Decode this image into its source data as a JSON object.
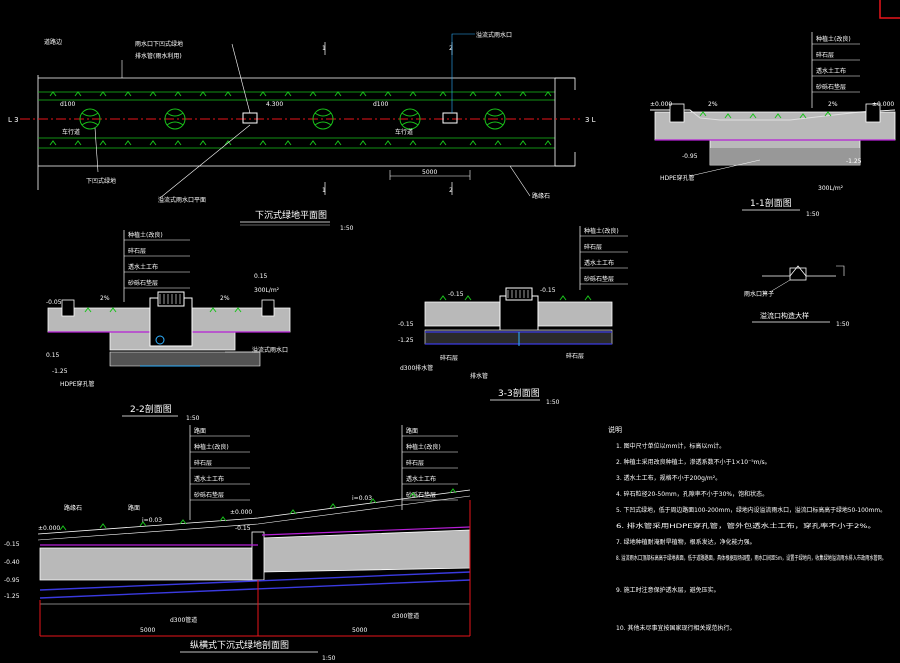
{
  "plan_view": {
    "title": "下沉式绿地平面图",
    "scale": "1:50",
    "labels": {
      "road_edge": "道路边",
      "callout_top": "雨水口下凹式绿地",
      "callout_top2": "排水管(雨水利用)",
      "callout_right": "溢流式雨水口",
      "callout_bottom_left": "下凹式绿地",
      "callout_bottom_mid": "溢流式雨水口平面",
      "callout_bottom_right": "路缘石",
      "section_1": "1",
      "section_2": "2",
      "lane_label_1": "车行道",
      "lane_label_2": "车行道"
    },
    "dims": {
      "d1": "d100",
      "d2": "4.300",
      "d3": "d100",
      "d4": "5000"
    }
  },
  "section_1_1": {
    "title": "1-1剖面图",
    "scale": "1:50",
    "layers": [
      "种植土(改良)",
      "碎石层",
      "透水土工布",
      "砂砾石垫层"
    ],
    "slope_left": "2%",
    "slope_right": "2%",
    "elev_left": "±0.000",
    "elev_right": "±0.000",
    "elev_low": "-0.95",
    "elev_bottom": "-1.25",
    "note_pipe": "HDPE穿孔管",
    "note_rate": "300L/m²"
  },
  "section_2_2": {
    "title": "2-2剖面图",
    "scale": "1:50",
    "layers": [
      "种植土(改良)",
      "碎石层",
      "透水土工布",
      "砂砾石垫层"
    ],
    "slope_left": "2%",
    "slope_right": "2%",
    "elev_a": "-0.05",
    "elev_b": "-1.25",
    "elev_c": "0.15",
    "note_rate": "300L/m²",
    "note_pipe": "HDPE穿孔管",
    "note_inlet": "溢流式雨水口"
  },
  "section_3_3": {
    "title": "3-3剖面图",
    "scale": "1:50",
    "layers": [
      "种植土(改良)",
      "碎石层",
      "透水土工布",
      "砂砾石垫层"
    ],
    "elev_a": "-0.15",
    "elev_b": "-0.15",
    "elev_c": "-1.25",
    "note_pipe": "d300排水管",
    "note_1": "碎石层",
    "note_2": "排水管"
  },
  "detail_small": {
    "title": "溢流口构造大样",
    "scale": "1:50",
    "note": "雨水口箅子"
  },
  "long_section": {
    "title": "纵横式下沉式绿地剖面图",
    "scale": "1:50",
    "layers": [
      "路面",
      "种植土(改良)",
      "碎石层",
      "透水土工布",
      "砂砾石垫层"
    ],
    "elev_left": "±0.000",
    "elev_mid": "±0.000",
    "elev_c": "-0.15",
    "elev_d": "-0.40",
    "elev_e": "-0.95",
    "elev_f": "-1.25",
    "slope_1": "i=0.03",
    "slope_2": "i=0.03",
    "pipe_1": "d300管道",
    "pipe_2": "d300管道",
    "dim_1": "5000",
    "dim_2": "5000",
    "left_label": "路缘石",
    "mid_label": "路面"
  },
  "notes": {
    "heading": "说明",
    "items": [
      "1. 图中尺寸单位以mm计，标高以m计。",
      "2. 种植土采用改良种植土，渗透系数不小于1×10⁻⁵m/s。",
      "3. 透水土工布，规格不小于200g/m²。",
      "4. 碎石粒径20-50mm，孔隙率不小于30%，饱和状态。",
      "5. 下凹式绿地，低于周边路面100-200mm，绿地内设溢流雨水口，溢流口标高高于绿地50-100mm。",
      "6. 排水管采用HDPE穿孔管，管外包透水土工布，穿孔率不小于2%。",
      "7. 绿地种植耐淹耐旱植物，根系发达，净化能力强。",
      "8. 溢流雨水口顶部标高高于绿地表面，低于道路路面，具体根据现场调整，雨水口间距5m，设置于绿地内，收集绿地溢流雨水排入市政雨水管网。",
      "9. 施工时注意保护透水层，避免压实。",
      "10. 其他未尽事宜按国家现行相关规范执行。"
    ]
  }
}
